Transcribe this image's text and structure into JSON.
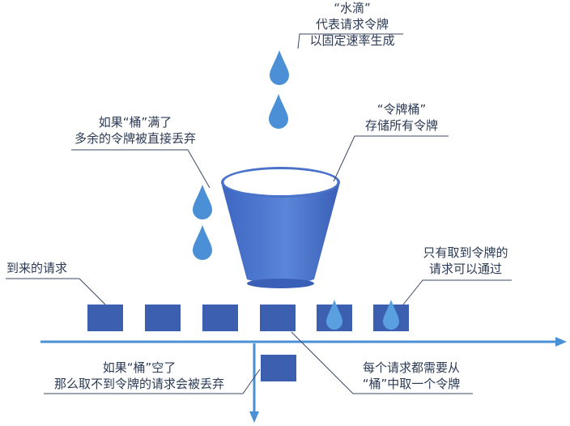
{
  "labels": {
    "water_drop": [
      "“水滴”",
      "代表请求令牌",
      "以固定速率生成"
    ],
    "bucket_full": [
      "如果“桶”满了",
      "多余的令牌被直接丢弃"
    ],
    "token_bucket": [
      "“令牌桶”",
      "存储所有令牌"
    ],
    "incoming": [
      "到来的请求"
    ],
    "only_with_token": [
      "只有取到令牌的",
      "请求可以通过"
    ],
    "bucket_empty": [
      "如果“桶”空了",
      "那么取不到令牌的请求会被丢弃"
    ],
    "each_request": [
      "每个请求都需要从",
      "“桶”中取一个令牌"
    ]
  },
  "colors": {
    "request_block": "#3c5fb0",
    "drop": "#4b90d6",
    "bucket_body": "#4a72c9",
    "bucket_rim": "#ffffff",
    "flow_line": "#4a90d6",
    "callout_line": "#3a4a66"
  },
  "request_blocks": {
    "count": 6,
    "with_token": [
      false,
      false,
      false,
      false,
      true,
      true
    ]
  }
}
